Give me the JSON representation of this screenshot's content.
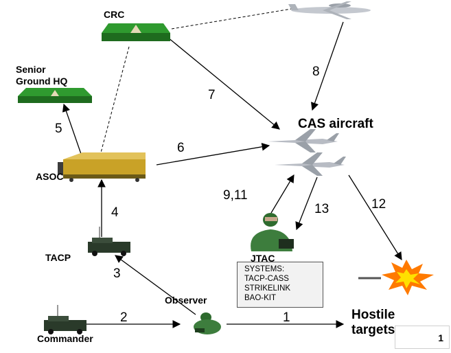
{
  "nodes": {
    "crc": "CRC",
    "senior_hq": [
      "Senior",
      "Ground HQ"
    ],
    "cas_aircraft": "CAS aircraft",
    "asoc": "ASOC",
    "tacp": "TACP",
    "jtac": "JTAC",
    "observer": "Observer",
    "commander": "Commander",
    "hostile_targets": [
      "Hostile",
      "targets"
    ]
  },
  "steps": [
    "1",
    "2",
    "3",
    "4",
    "5",
    "6",
    "7",
    "8",
    "9,11",
    "12",
    "13"
  ],
  "systems": {
    "title": "SYSTEMS:",
    "items": [
      "TACP-CASS",
      "STRIKELINK",
      "BAO-KIT"
    ]
  },
  "page_number": "1",
  "colors": {
    "tent_green": "#2f9a2f",
    "tent_dark": "#1e6b1e",
    "asoc_gold": "#c9a227",
    "vehicle_dark": "#2a3a2a",
    "aircraft_gray": "#b8bcc4",
    "explosion_orange": "#ff7a00",
    "explosion_yellow": "#ffe000"
  }
}
